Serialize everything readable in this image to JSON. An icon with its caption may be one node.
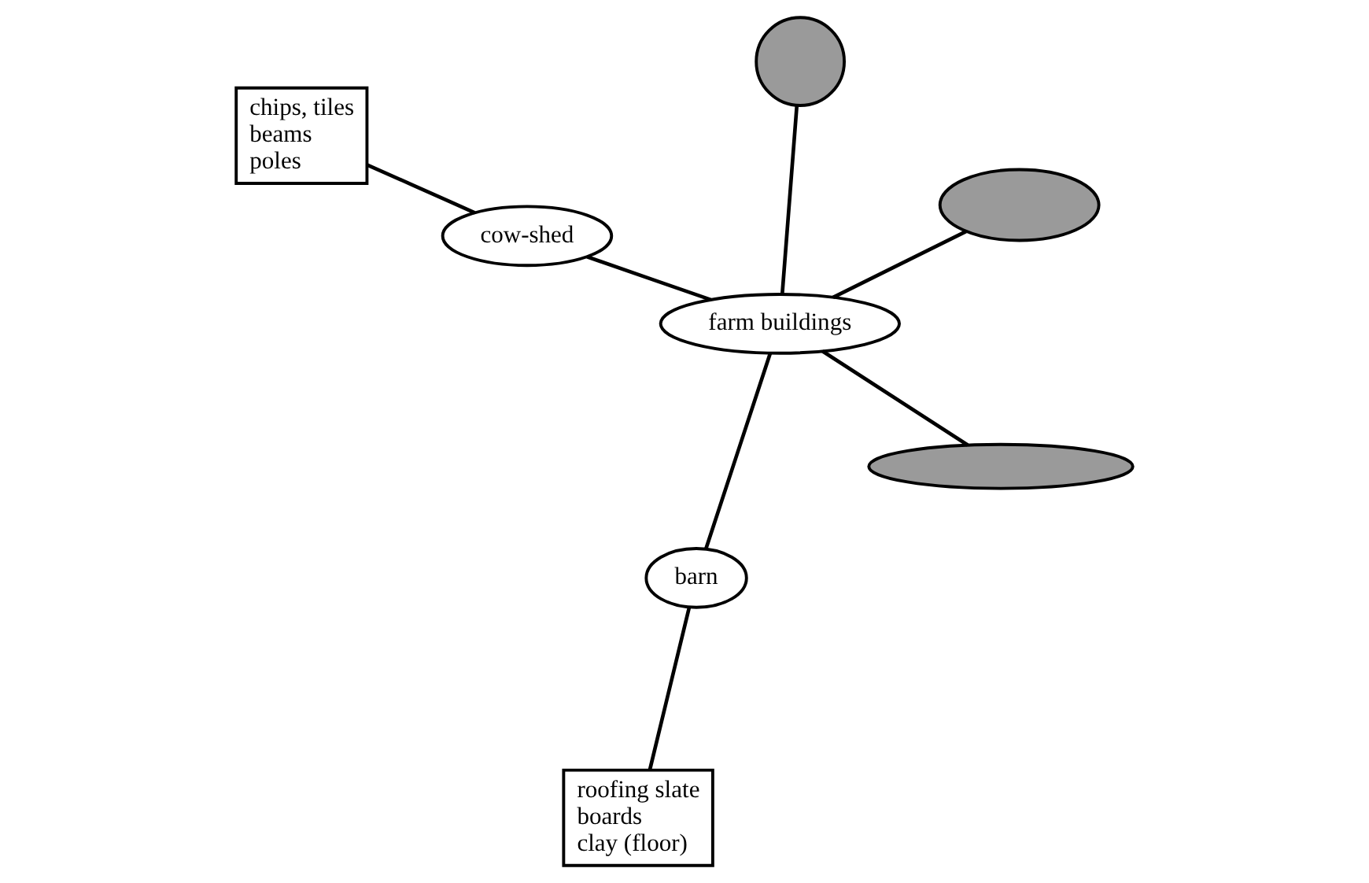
{
  "diagram": {
    "nodes": [
      {
        "text": [
          "roofing slate",
          "boards",
          "clay (floor)"
        ]
      },
      {
        "text": [],
        "shape": "ellipse"
      },
      {
        "text": [
          "barn"
        ]
      },
      {
        "text": [],
        "shape": "circle"
      },
      {
        "text": [
          "farm buildings"
        ]
      },
      {
        "text": [
          "cow-shed"
        ]
      },
      {
        "text": [
          "chips, tiles",
          "beams",
          "poles"
        ]
      },
      {
        "text": [],
        "shape": "ellipse"
      }
    ],
    "edges": [
      {
        "from": 4,
        "to": 1,
        "arrow": "none"
      },
      {
        "from": 4,
        "to": 2,
        "arrow": "none"
      },
      {
        "from": 2,
        "to": 0,
        "arrow": "none"
      },
      {
        "from": 4,
        "to": 3,
        "arrow": "none"
      },
      {
        "from": 4,
        "to": 5,
        "arrow": "none"
      },
      {
        "from": 5,
        "to": 6,
        "arrow": "none"
      },
      {
        "from": 4,
        "to": 7,
        "arrow": "none"
      }
    ]
  }
}
